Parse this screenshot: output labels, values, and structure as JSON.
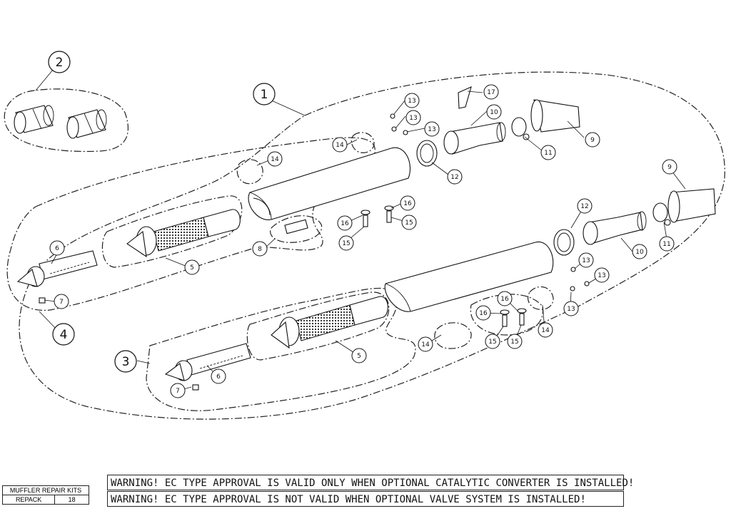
{
  "callouts": [
    {
      "id": "c2",
      "label": "2"
    },
    {
      "id": "c1",
      "label": "1"
    },
    {
      "id": "c4",
      "label": "4"
    },
    {
      "id": "c3",
      "label": "3"
    },
    {
      "id": "p13a",
      "label": "13"
    },
    {
      "id": "p13b",
      "label": "13"
    },
    {
      "id": "p13c",
      "label": "13"
    },
    {
      "id": "p17",
      "label": "17"
    },
    {
      "id": "p10a",
      "label": "10"
    },
    {
      "id": "p9a",
      "label": "9"
    },
    {
      "id": "p11a",
      "label": "11"
    },
    {
      "id": "p12a",
      "label": "12"
    },
    {
      "id": "p14a",
      "label": "14"
    },
    {
      "id": "p14b",
      "label": "14"
    },
    {
      "id": "p16a",
      "label": "16"
    },
    {
      "id": "p16b",
      "label": "16"
    },
    {
      "id": "p15a",
      "label": "15"
    },
    {
      "id": "p15b",
      "label": "15"
    },
    {
      "id": "p8",
      "label": "8"
    },
    {
      "id": "p6a",
      "label": "6"
    },
    {
      "id": "p5a",
      "label": "5"
    },
    {
      "id": "p7a",
      "label": "7"
    },
    {
      "id": "p9b",
      "label": "9"
    },
    {
      "id": "p12b",
      "label": "12"
    },
    {
      "id": "p10b",
      "label": "10"
    },
    {
      "id": "p11b",
      "label": "11"
    },
    {
      "id": "p13d",
      "label": "13"
    },
    {
      "id": "p13e",
      "label": "13"
    },
    {
      "id": "p13f",
      "label": "13"
    },
    {
      "id": "p16c",
      "label": "16"
    },
    {
      "id": "p16d",
      "label": "16"
    },
    {
      "id": "p14c",
      "label": "14"
    },
    {
      "id": "p14d",
      "label": "14"
    },
    {
      "id": "p15c",
      "label": "15"
    },
    {
      "id": "p15d",
      "label": "15"
    },
    {
      "id": "p5b",
      "label": "5"
    },
    {
      "id": "p6b",
      "label": "6"
    },
    {
      "id": "p7b",
      "label": "7"
    }
  ],
  "repair_kits": {
    "header": "MUFFLER REPAIR KITS",
    "rows": [
      {
        "name": "REPACK",
        "value": "18"
      }
    ]
  },
  "warnings": [
    "WARNING! EC TYPE APPROVAL IS VALID ONLY WHEN OPTIONAL CATALYTIC CONVERTER IS INSTALLED!",
    "WARNING! EC TYPE APPROVAL IS NOT VALID WHEN OPTIONAL VALVE SYSTEM IS INSTALLED!"
  ]
}
